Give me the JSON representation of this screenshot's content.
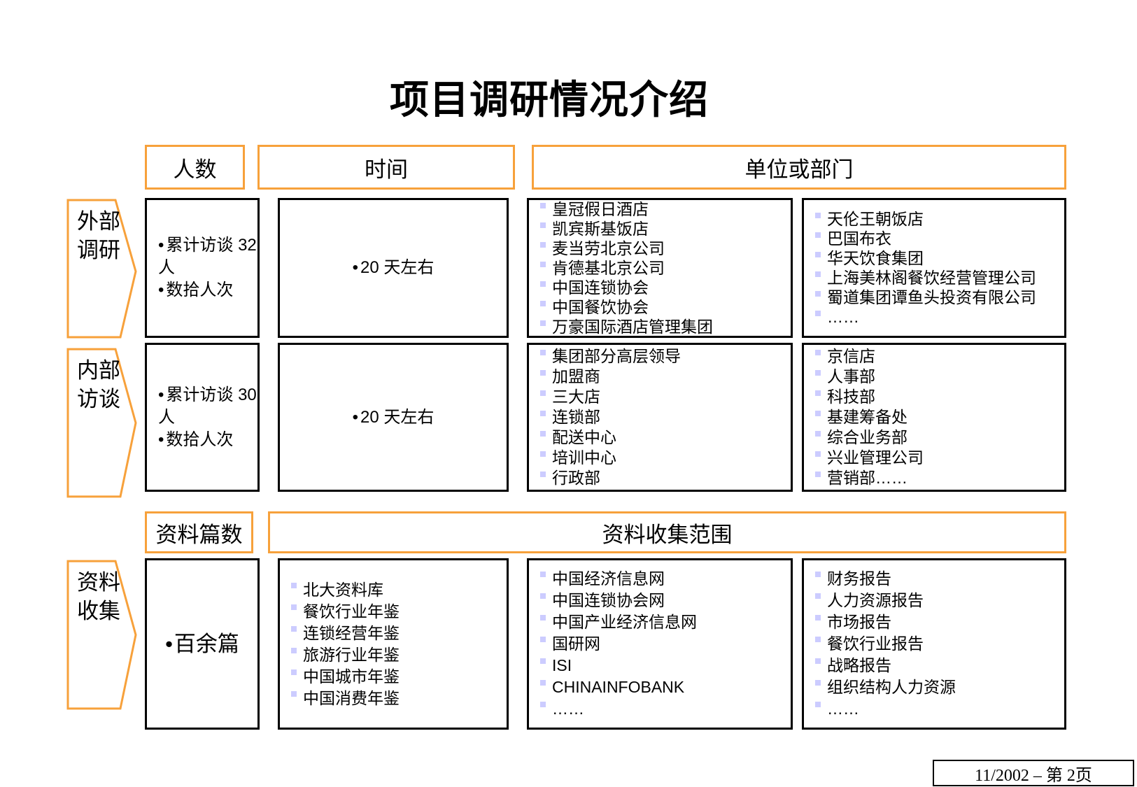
{
  "title": "项目调研情况介绍",
  "colors": {
    "accent_orange": "#f7a13b",
    "bullet_square": "#ccccff",
    "border_black": "#000000"
  },
  "section1": {
    "headers": {
      "people": "人数",
      "time": "时间",
      "units": "单位或部门"
    },
    "rows": [
      {
        "label": "外部调研",
        "people": [
          "累计访谈 32 人",
          "数拾人次"
        ],
        "time": [
          "20 天左右"
        ],
        "units_left": [
          "皇冠假日酒店",
          "凯宾斯基饭店",
          "麦当劳北京公司",
          "肯德基北京公司",
          "中国连锁协会",
          "中国餐饮协会",
          "万豪国际酒店管理集团"
        ],
        "units_right": [
          "天伦王朝饭店",
          "巴国布衣",
          "华天饮食集团",
          "上海美林阁餐饮经营管理公司",
          "蜀道集团谭鱼头投资有限公司",
          "……"
        ]
      },
      {
        "label": "内部访谈",
        "people": [
          "累计访谈 30 人",
          "数拾人次"
        ],
        "time": [
          "20 天左右"
        ],
        "units_left": [
          "集团部分高层领导",
          "加盟商",
          "三大店",
          "连锁部",
          "配送中心",
          "培训中心",
          "行政部"
        ],
        "units_right": [
          "京信店",
          "人事部",
          "科技部",
          "基建筹备处",
          "综合业务部",
          "兴业管理公司",
          "营销部……"
        ]
      }
    ]
  },
  "section2": {
    "headers": {
      "count": "资料篇数",
      "scope": "资料收集范围"
    },
    "row": {
      "label": "资料收集",
      "count": [
        "百余篇"
      ],
      "sources_left": [
        "北大资料库",
        "餐饮行业年鉴",
        "连锁经营年鉴",
        "旅游行业年鉴",
        "中国城市年鉴",
        "中国消费年鉴"
      ],
      "sources_mid": [
        "中国经济信息网",
        "中国连锁协会网",
        "中国产业经济信息网",
        "国研网",
        "ISI",
        "CHINAINFOBANK",
        "……"
      ],
      "sources_right": [
        "财务报告",
        "人力资源报告",
        "市场报告",
        "餐饮行业报告",
        "战略报告",
        "组织结构人力资源",
        "……"
      ]
    }
  },
  "footer": {
    "page_label": "11/2002 – 第  2页"
  }
}
